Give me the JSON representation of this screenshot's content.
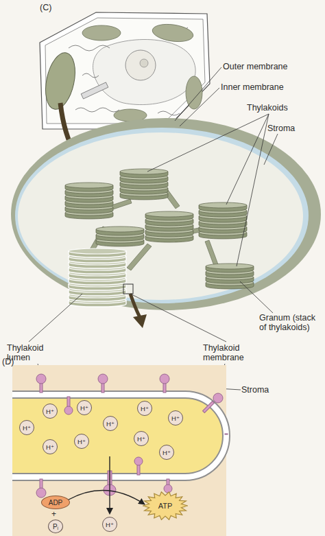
{
  "diagram": {
    "nodes": [
      {
        "text": [
          "H⁺"
        ]
      },
      {
        "text": [
          "H⁺"
        ]
      },
      {
        "text": [
          "H⁺"
        ]
      },
      {
        "text": [
          "H⁺"
        ]
      },
      {
        "text": [
          "H⁺"
        ]
      },
      {
        "text": [
          "H⁺"
        ]
      },
      {
        "text": [
          "H⁺"
        ]
      },
      {
        "text": [
          "H⁺"
        ]
      },
      {
        "text": [
          "H⁺"
        ]
      },
      {
        "text": [
          "H⁺"
        ]
      },
      {
        "text": [
          "H⁺"
        ]
      },
      {
        "text": [
          "ADP"
        ]
      },
      {
        "text": [
          "Pᵢ"
        ]
      },
      {
        "text": [
          "ATP"
        ]
      }
    ],
    "edges": [
      {
        "from": 11,
        "to": 13,
        "arrow": "to"
      }
    ],
    "labels": [
      "(C)",
      "Outer membrane",
      "Inner membrane",
      "Thylakoids",
      "Stroma",
      "Granum (stack of thylakoids)",
      "Thylakoid lumen",
      "Thylakoid membrane",
      "(D)",
      "Stroma",
      "+"
    ]
  }
}
